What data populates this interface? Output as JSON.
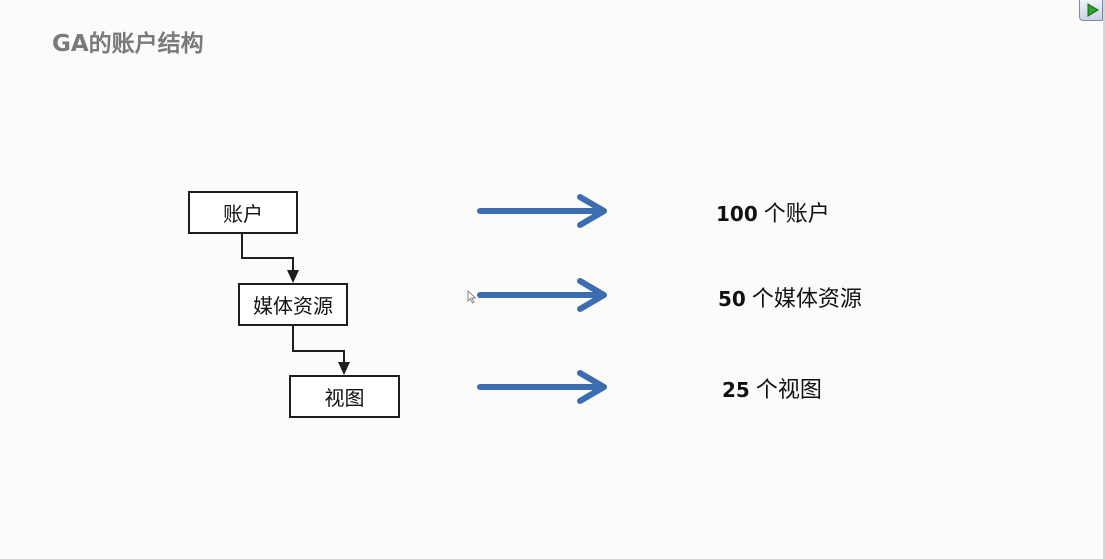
{
  "title": "GA的账户结构",
  "hierarchy": {
    "account": "账户",
    "property": "媒体资源",
    "view": "视图"
  },
  "limits": [
    {
      "count": "100",
      "unit": "个账户"
    },
    {
      "count": "50",
      "unit": "个媒体资源"
    },
    {
      "count": "25",
      "unit": "个视图"
    }
  ],
  "colors": {
    "arrow": "#3d6db1",
    "title": "#7a7a7a",
    "box_border": "#1e1e1e"
  },
  "icons": {
    "play": "play-icon",
    "cursor": "mouse-cursor-icon"
  }
}
